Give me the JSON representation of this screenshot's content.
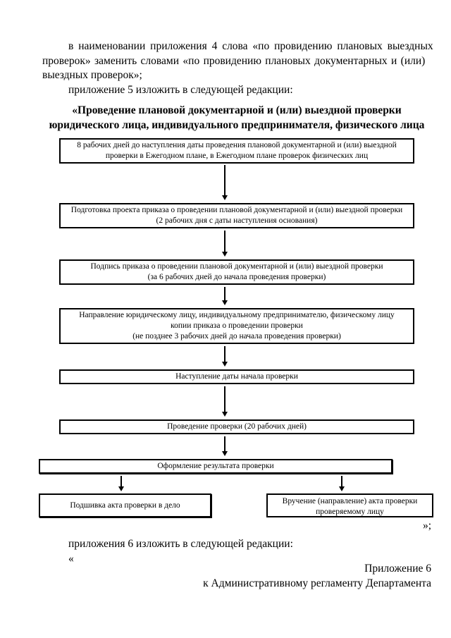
{
  "colors": {
    "text": "#000000",
    "background": "#ffffff",
    "box_border": "#000000"
  },
  "intro": {
    "lines": [
      "в наименовании приложения 4 слова «по провидению плановых выездных",
      "проверок» заменить словами «по провидению плановых документарных и (или)",
      "выездных проверок»;",
      "приложение 5 изложить в следующей редакции:"
    ]
  },
  "flowchart": {
    "title_line1": "«Проведение плановой документарной и (или) выездной проверки",
    "title_line2": "юридического лица, индивидуального предпринимателя, физического лица",
    "boxes": [
      {
        "id": "step-1",
        "text": "8 рабочих дней до наступления даты проведения плановой документарной и (или) выездной\nпроверки в Ежегодном плане, в Ежегодном плане проверок физических лиц"
      },
      {
        "id": "step-2",
        "text": "Подготовка проекта приказа о проведении плановой документарной и (или) выездной проверки\n(2 рабочих дня с даты наступления основания)"
      },
      {
        "id": "step-3",
        "text": "Подпись приказа о проведении плановой документарной и (или) выездной проверки\n(за 6 рабочих дней до начала проведения проверки)"
      },
      {
        "id": "step-4",
        "text": "Направление юридическому лицу, индивидуальному предпринимателю, физическому лицу\nкопии приказа о проведении проверки\n(не позднее 3 рабочих дней до начала проведения проверки)"
      },
      {
        "id": "step-5",
        "text": "Наступление даты начала проверки"
      },
      {
        "id": "step-6",
        "text": "Проведение проверки (20 рабочих дней)"
      },
      {
        "id": "step-7",
        "text": "Оформление результата проверки"
      },
      {
        "id": "step-8-left",
        "text": "Подшивка акта проверки в дело"
      },
      {
        "id": "step-8-right",
        "text": "Вручение (направление) акта проверки\nпроверяемому лицу"
      }
    ]
  },
  "closing": {
    "quote_end": "»;",
    "para": "приложения 6 изложить в следующей редакции:",
    "quote_open": "«",
    "appendix_ref_line1": "Приложение 6",
    "appendix_ref_line2": "к Административному регламенту Департамента"
  }
}
